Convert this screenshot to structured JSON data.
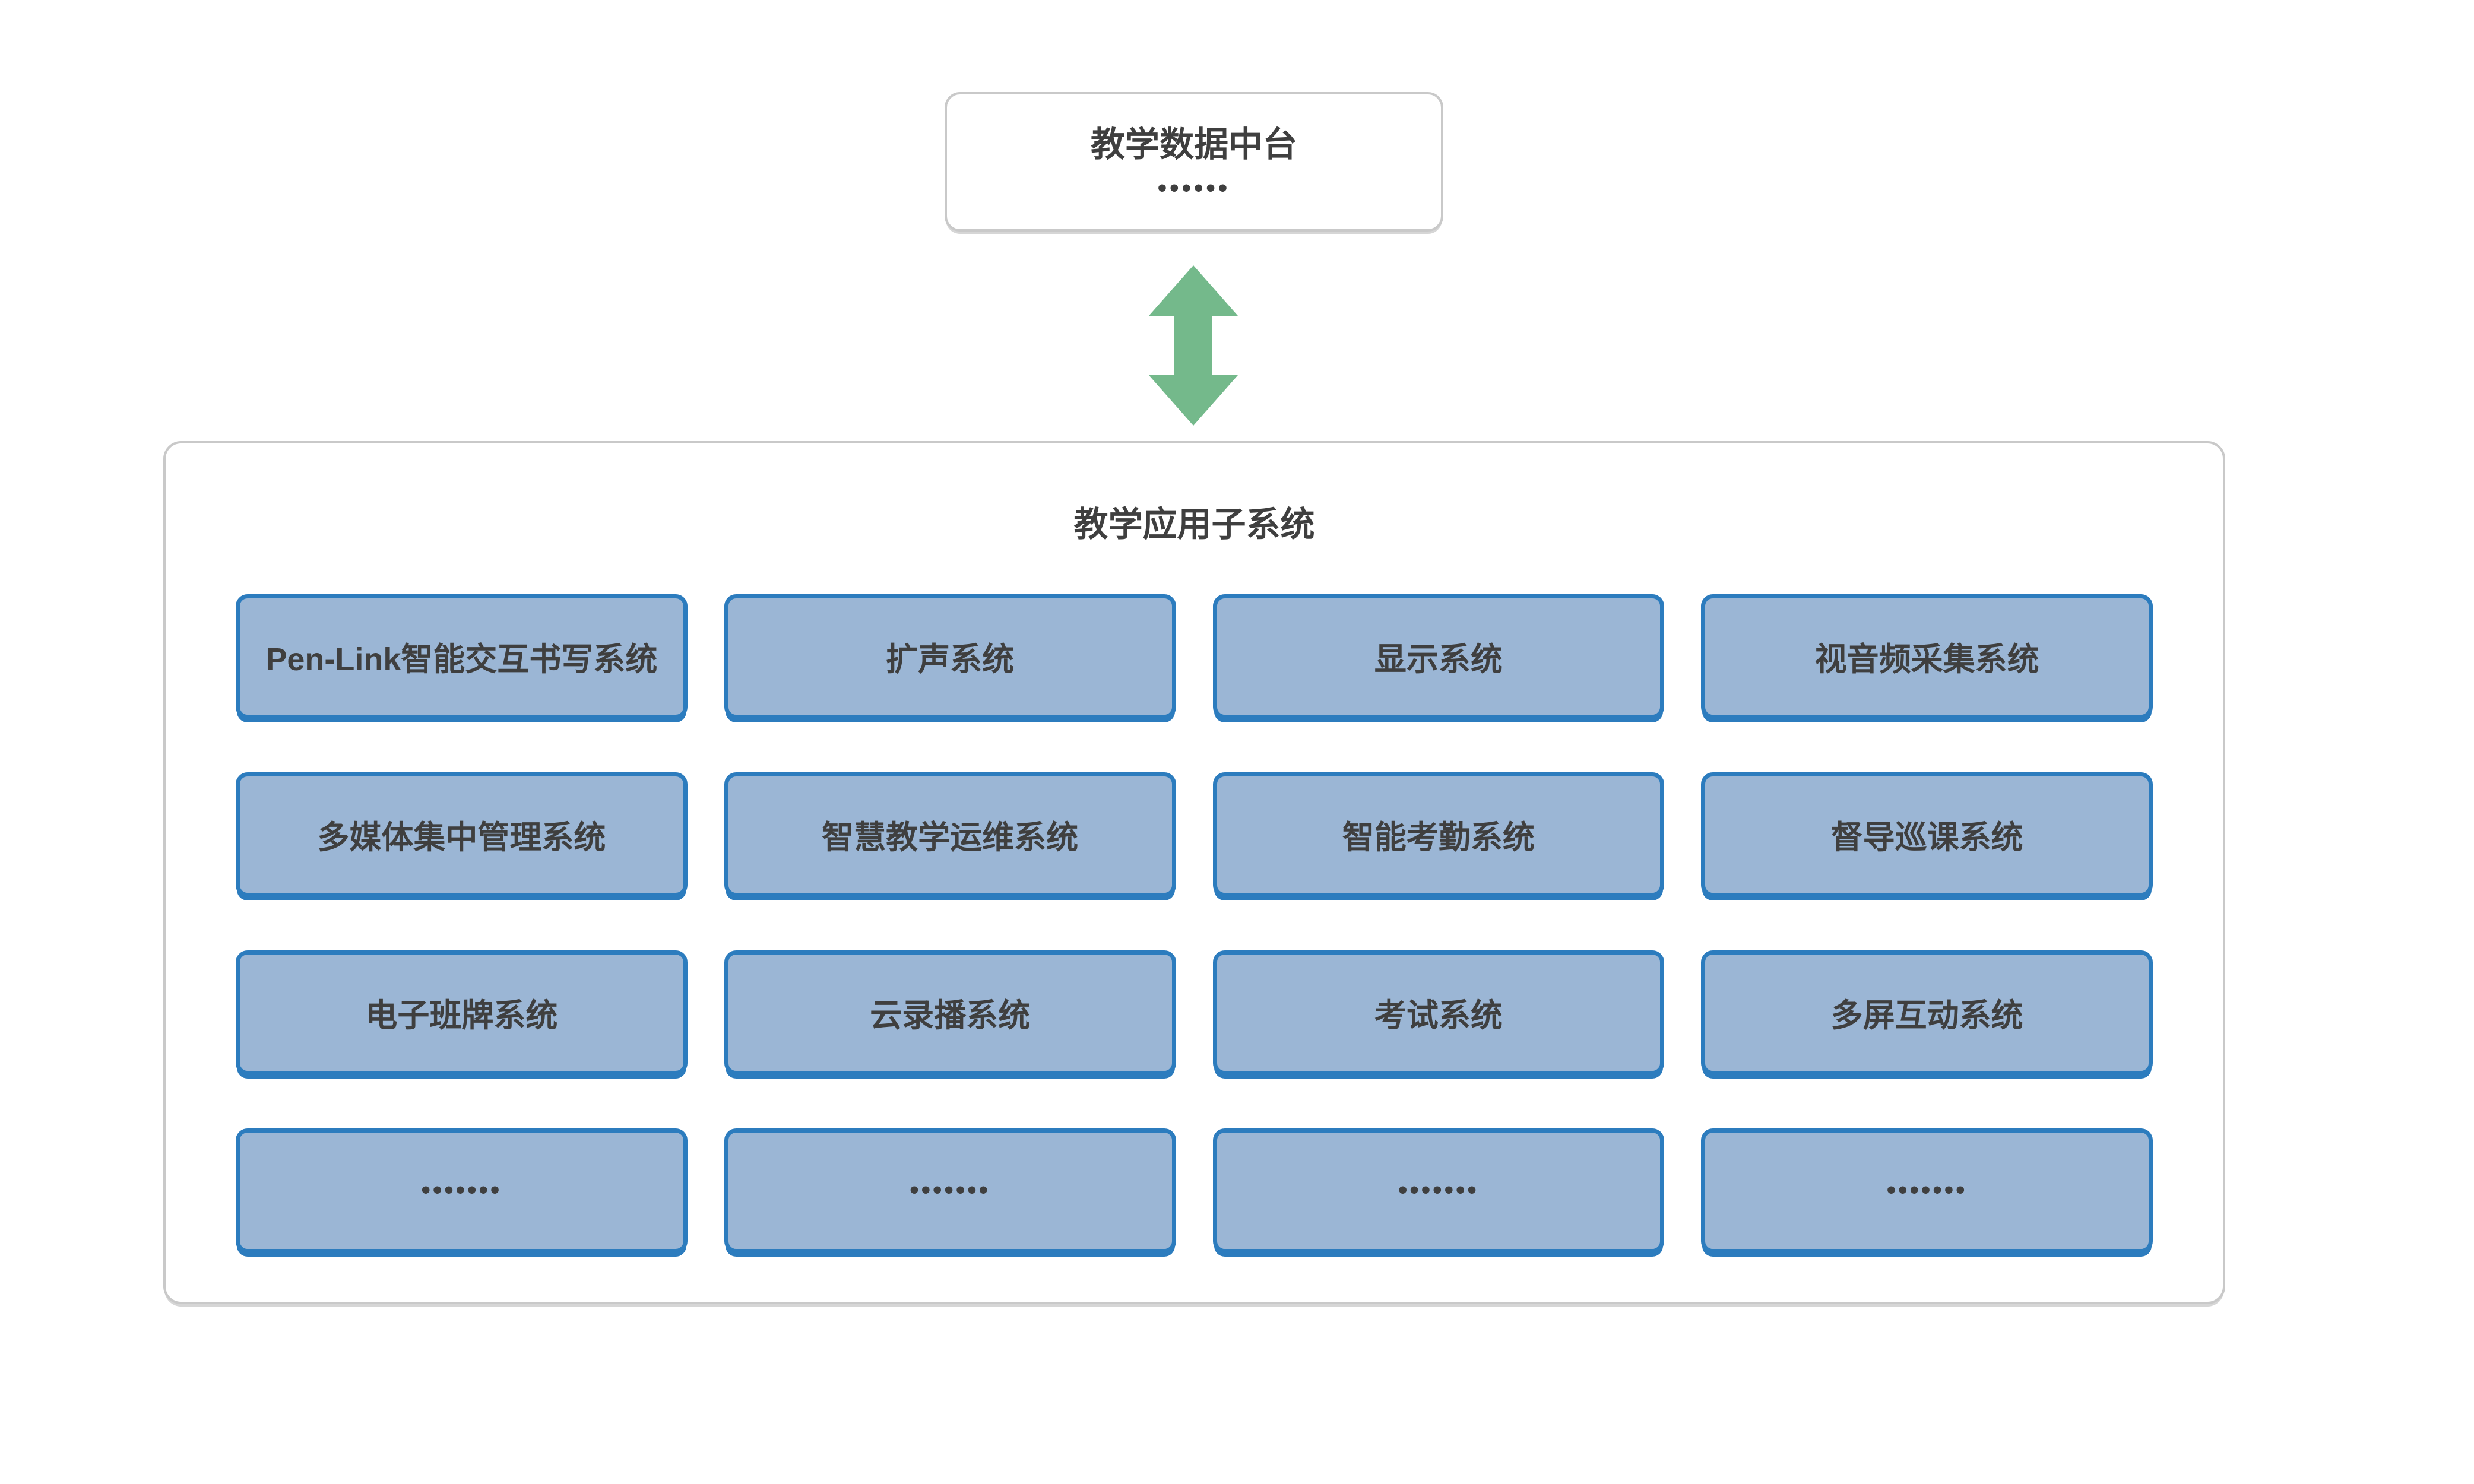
{
  "top_box": {
    "title": "教学数据中台",
    "dots": "••••••"
  },
  "arrow": {
    "icon": "double-arrow-vertical-icon",
    "color": "#74b98b"
  },
  "subsystem_panel": {
    "title": "教学应用子系统",
    "items": [
      "Pen-Link智能交互书写系统",
      "扩声系统",
      "显示系统",
      "视音频采集系统",
      "多媒体集中管理系统",
      "智慧教学运维系统",
      "智能考勤系统",
      "督导巡课系统",
      "电子班牌系统",
      "云录播系统",
      "考试系统",
      "多屏互动系统",
      "•••••••",
      "•••••••",
      "•••••••",
      "•••••••"
    ]
  },
  "colors": {
    "box_fill_blue": "#9bb6d5",
    "box_border_blue": "#2c7cbe",
    "panel_border_gray": "#c9c9c9",
    "arrow_green": "#74b98b",
    "text_dark": "#3f3f3f"
  }
}
